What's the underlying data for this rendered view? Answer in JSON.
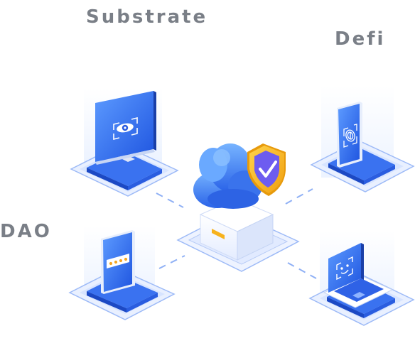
{
  "labels": {
    "substrate": "Substrate",
    "defi": "Defi",
    "dao": "DAO"
  },
  "colors": {
    "primary_blue": "#2f6bf0",
    "light_blue": "#dfe9ff",
    "shield_gold": "#f5b81e",
    "shield_check": "#6d5cf0",
    "label_gray": "#7a7f87",
    "connector": "#8fb0f5"
  },
  "icons": {
    "monitor_eye": "eye-icon",
    "phone_fingerprint": "fingerprint-icon",
    "tablet_password": "password-dots-icon",
    "laptop_face": "face-id-icon",
    "cloud_shield": "shield-check-icon"
  }
}
